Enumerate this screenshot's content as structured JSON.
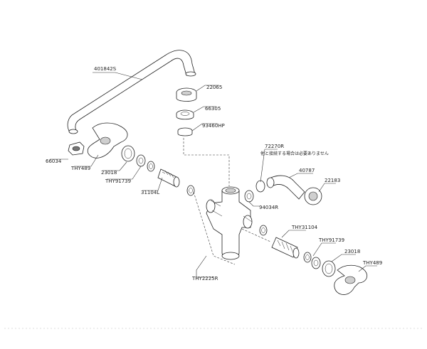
{
  "diagram": {
    "callouts": {
      "spout": "401842S",
      "nut_22065": "22065",
      "ring_66305": "66305",
      "packing_93460": "93460HP",
      "part_66034": "66034",
      "handle_left": "THY489",
      "cap_left": "23018",
      "washer_left": "THY91739",
      "cartridge_left": "31104L",
      "elbow_tag": "72270R",
      "note_jp": "他と接続する場合は必要ありません",
      "elbow": "40787",
      "nut_22183": "22183",
      "ring_94034": "94034R",
      "cartridge_right": "THY31104",
      "washer_right": "THY91739",
      "cap_right": "23018",
      "handle_right": "THY489",
      "body": "THY2225R"
    }
  }
}
